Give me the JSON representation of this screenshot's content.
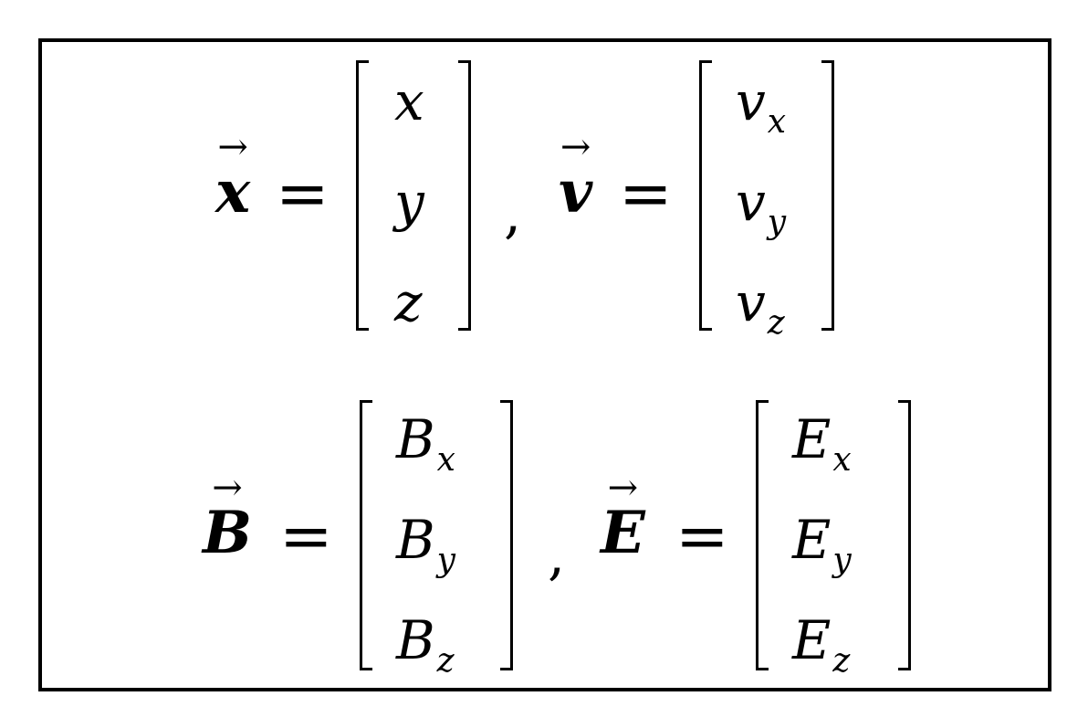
{
  "equations": [
    {
      "name": "x",
      "vector_symbol": "x",
      "arrow": "→",
      "equals": "=",
      "separator": ",",
      "components": [
        {
          "base": "x",
          "sub": ""
        },
        {
          "base": "y",
          "sub": ""
        },
        {
          "base": "z",
          "sub": ""
        }
      ]
    },
    {
      "name": "v",
      "vector_symbol": "v",
      "arrow": "→",
      "equals": "=",
      "separator": "",
      "components": [
        {
          "base": "v",
          "sub": "x"
        },
        {
          "base": "v",
          "sub": "y"
        },
        {
          "base": "v",
          "sub": "z"
        }
      ]
    },
    {
      "name": "B",
      "vector_symbol": "B",
      "arrow": "→",
      "equals": "=",
      "separator": ",",
      "components": [
        {
          "base": "B",
          "sub": "x"
        },
        {
          "base": "B",
          "sub": "y"
        },
        {
          "base": "B",
          "sub": "z"
        }
      ]
    },
    {
      "name": "E",
      "vector_symbol": "E",
      "arrow": "→",
      "equals": "=",
      "separator": "",
      "components": [
        {
          "base": "E",
          "sub": "x"
        },
        {
          "base": "E",
          "sub": "y"
        },
        {
          "base": "E",
          "sub": "z"
        }
      ]
    }
  ]
}
